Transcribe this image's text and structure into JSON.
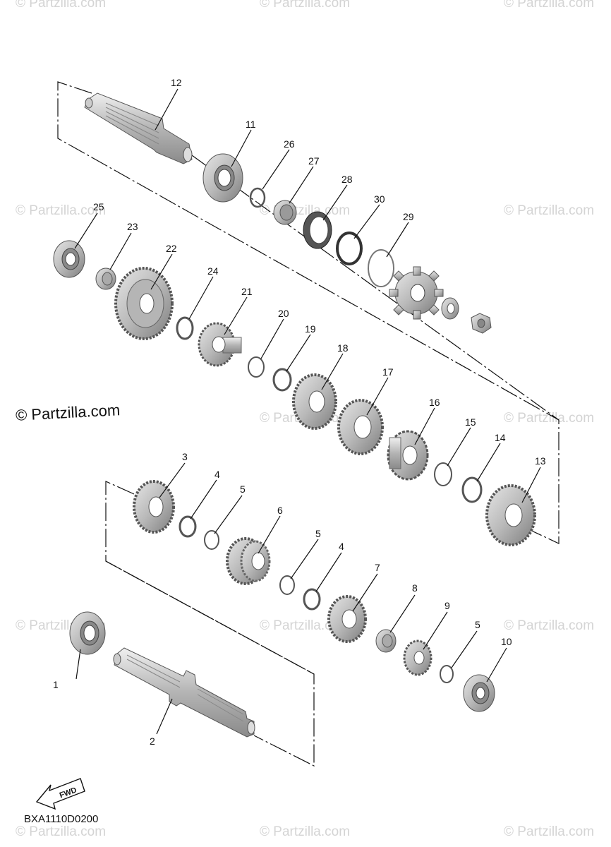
{
  "watermarks": [
    "© Partzilla.com"
  ],
  "main_watermark": "© Partzilla.com",
  "diagram_code": "BXA1110D0200",
  "fwd_label": "FWD",
  "callouts": [
    "1",
    "2",
    "3",
    "4",
    "5",
    "6",
    "5",
    "4",
    "7",
    "8",
    "9",
    "5",
    "10",
    "11",
    "12",
    "13",
    "14",
    "15",
    "16",
    "17",
    "18",
    "19",
    "20",
    "21",
    "22",
    "23",
    "24",
    "25",
    "26",
    "27",
    "28",
    "29",
    "30"
  ],
  "colors": {
    "line": "#111111",
    "part_light": "#d8d8d8",
    "part_mid": "#a9a9a9",
    "part_dark": "#6e6e6e",
    "watermark": "#d4d4d4"
  }
}
